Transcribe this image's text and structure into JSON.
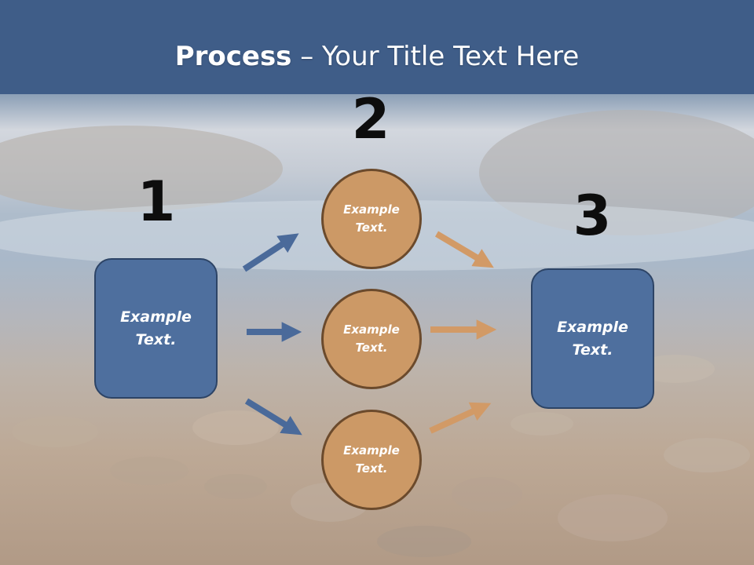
{
  "slide": {
    "title_bold": "Process",
    "title_rest": " – Your Title Text Here"
  },
  "steps": {
    "step1": {
      "number": "1",
      "text": "Example\nText."
    },
    "step2": {
      "number": "2",
      "circles": [
        {
          "text": "Example\nText."
        },
        {
          "text": "Example\nText."
        },
        {
          "text": "Example\nText."
        }
      ]
    },
    "step3": {
      "number": "3",
      "text": "Example\nText."
    }
  },
  "colors": {
    "header_blue": "#3c5a86",
    "box_fill": "#4e6f9e",
    "box_border": "#2d4466",
    "circle_fill": "#cc9966",
    "circle_border": "#6b4a2c",
    "arrow_blue": "#4a6a9a",
    "arrow_orange": "#d29a66"
  }
}
